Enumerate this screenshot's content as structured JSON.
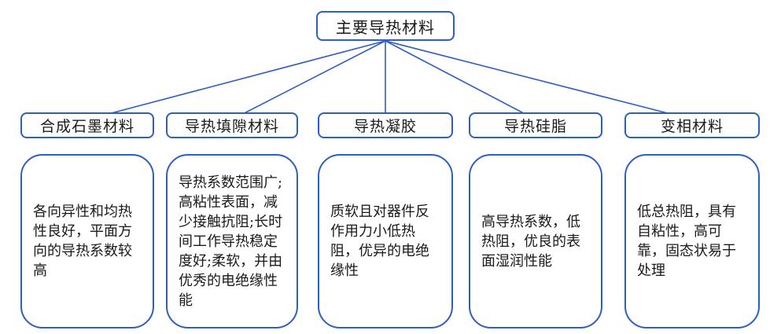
{
  "colors": {
    "accent": "#2E5EC0",
    "background": "#FFFFFF",
    "text": "#1A1A1A"
  },
  "root": {
    "label": "主要导热材料"
  },
  "branches": [
    {
      "title": "合成石墨材料",
      "description": "各向异性和均热性良好，平面方向的导热系数较高"
    },
    {
      "title": "导热填隙材料",
      "description": "导热系数范围广;高粘性表面，减少接触抗阻;长时间工作导热稳定度好;柔软，并由优秀的电绝缘性能"
    },
    {
      "title": "导热凝胶",
      "description": "质软且对器件反作用力小低热阻，优异的电绝缘性"
    },
    {
      "title": "导热硅脂",
      "description": "高导热系数，低热阻，优良的表面湿润性能"
    },
    {
      "title": "变相材料",
      "description": "低总热阻，具有自粘性，高可靠，固态状易于处理"
    }
  ]
}
